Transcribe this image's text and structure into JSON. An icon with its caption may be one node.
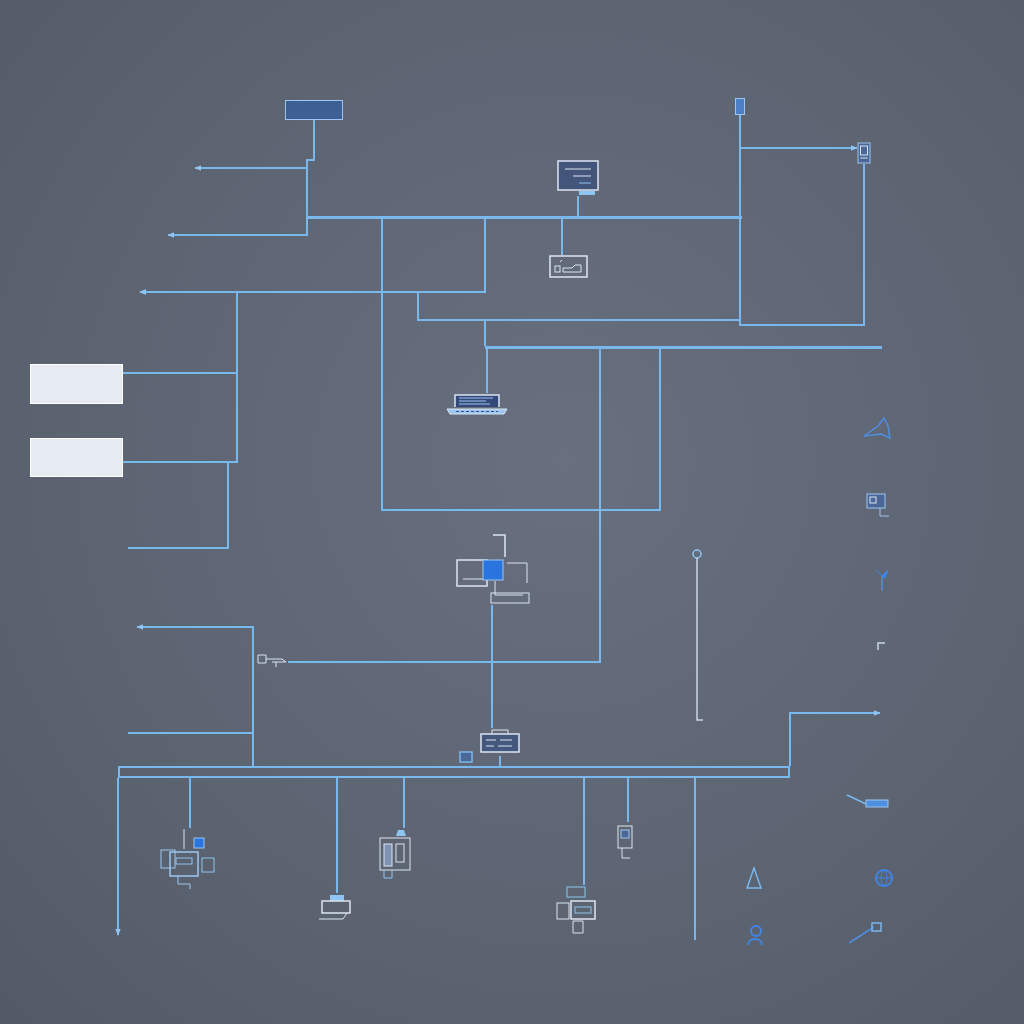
{
  "diagram": {
    "nodes": [
      {
        "text": [],
        "shape": "box"
      },
      {
        "text": [],
        "shape": "box"
      },
      {
        "text": [],
        "shape": "picture"
      },
      {
        "text": [],
        "shape": "picture"
      },
      {
        "text": [],
        "shape": "bar"
      },
      {
        "text": [],
        "shape": "picture"
      },
      {
        "text": [],
        "shape": "bar"
      },
      {
        "text": [],
        "shape": "box"
      },
      {
        "text": [],
        "shape": "picture"
      },
      {
        "text": [],
        "shape": "box"
      },
      {
        "text": [],
        "shape": "picture"
      },
      {
        "text": [],
        "shape": "picture"
      },
      {
        "text": [],
        "shape": "picture"
      },
      {
        "text": [],
        "shape": "bar"
      },
      {
        "text": [],
        "shape": "picture"
      },
      {
        "text": [],
        "shape": "picture"
      },
      {
        "text": [],
        "shape": "picture"
      },
      {
        "text": [],
        "shape": "picture"
      },
      {
        "text": [],
        "shape": "picture"
      }
    ],
    "edges": [
      {
        "from": 0,
        "to": 4,
        "arrow": "none"
      },
      {
        "from": 0,
        "to": null,
        "arrow": "to"
      },
      {
        "from": 0,
        "to": null,
        "arrow": "to"
      },
      {
        "from": 4,
        "to": 2,
        "arrow": "none"
      },
      {
        "from": 4,
        "to": 5,
        "arrow": "none"
      },
      {
        "from": 4,
        "to": 1,
        "arrow": "none"
      },
      {
        "from": 4,
        "to": 3,
        "arrow": "to"
      },
      {
        "from": 4,
        "to": 3,
        "arrow": "none"
      },
      {
        "from": 4,
        "to": null,
        "arrow": "to"
      },
      {
        "from": 4,
        "to": null,
        "arrow": "to"
      },
      {
        "from": 7,
        "to": 4,
        "arrow": "none"
      },
      {
        "from": 9,
        "to": 4,
        "arrow": "none"
      },
      {
        "from": null,
        "to": 4,
        "arrow": "none"
      },
      {
        "from": 4,
        "to": 6,
        "arrow": "none"
      },
      {
        "from": 6,
        "to": 4,
        "arrow": "none"
      },
      {
        "from": 6,
        "to": 8,
        "arrow": "none"
      },
      {
        "from": 6,
        "to": 11,
        "arrow": "none"
      },
      {
        "from": 10,
        "to": 12,
        "arrow": "none"
      },
      {
        "from": 12,
        "to": 13,
        "arrow": "none"
      },
      {
        "from": 13,
        "to": null,
        "arrow": "to"
      },
      {
        "from": 13,
        "to": null,
        "arrow": "none"
      },
      {
        "from": 13,
        "to": 14,
        "arrow": "none"
      },
      {
        "from": 13,
        "to": 17,
        "arrow": "none"
      },
      {
        "from": 13,
        "to": 16,
        "arrow": "none"
      },
      {
        "from": 13,
        "to": 18,
        "arrow": "none"
      },
      {
        "from": 13,
        "to": 15,
        "arrow": "none"
      },
      {
        "from": 13,
        "to": null,
        "arrow": "none"
      },
      {
        "from": 13,
        "to": null,
        "arrow": "to"
      },
      {
        "from": 13,
        "to": null,
        "arrow": "to"
      }
    ]
  }
}
